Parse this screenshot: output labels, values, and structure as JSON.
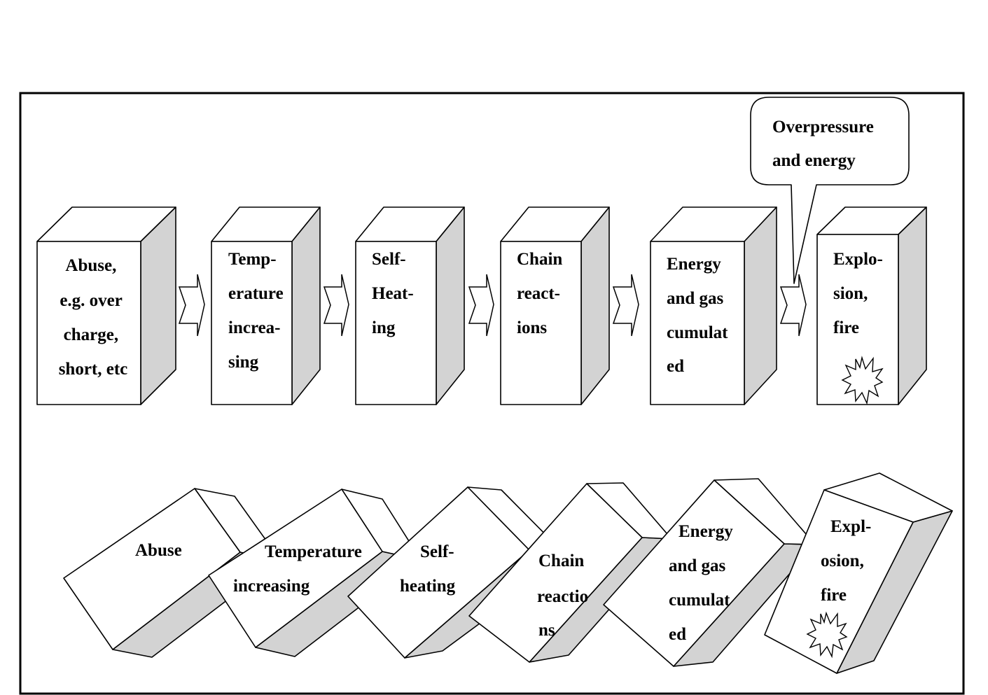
{
  "top_row": [
    [
      "Abuse,",
      "e.g. over",
      "charge,",
      "short, etc"
    ],
    [
      "Temp-",
      "erature",
      "increa-",
      "sing"
    ],
    [
      "Self-",
      "Heat-",
      "ing"
    ],
    [
      "Chain",
      "react-",
      "ions"
    ],
    [
      "Energy",
      "and  gas",
      "cumulat",
      "ed"
    ],
    [
      "Explo-",
      "sion,",
      "fire"
    ]
  ],
  "callout": [
    "Overpressure",
    "and energy"
  ],
  "bottom_row": [
    [
      "Abuse"
    ],
    [
      "Temperature",
      "increasing"
    ],
    [
      "Self-",
      "heating"
    ],
    [
      "Chain",
      "reactio",
      "ns"
    ],
    [
      "Energy",
      "and  gas",
      "cumulat",
      "ed"
    ],
    [
      "Expl-",
      "osion,",
      "fire"
    ]
  ]
}
